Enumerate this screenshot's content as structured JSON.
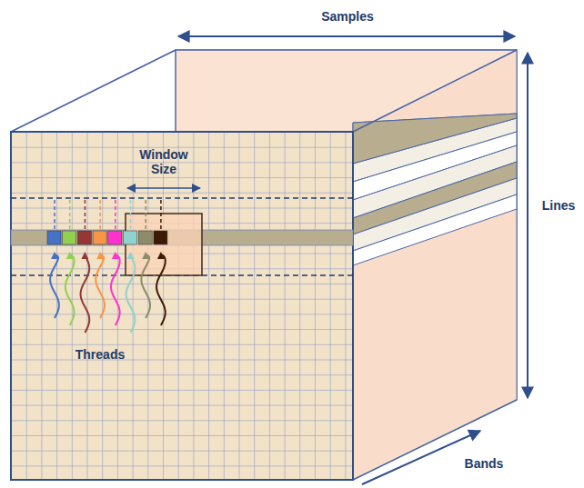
{
  "diagram": {
    "labels": [
      "Samples",
      "Lines",
      "Window Size",
      "Threads",
      "Bands"
    ]
  }
}
